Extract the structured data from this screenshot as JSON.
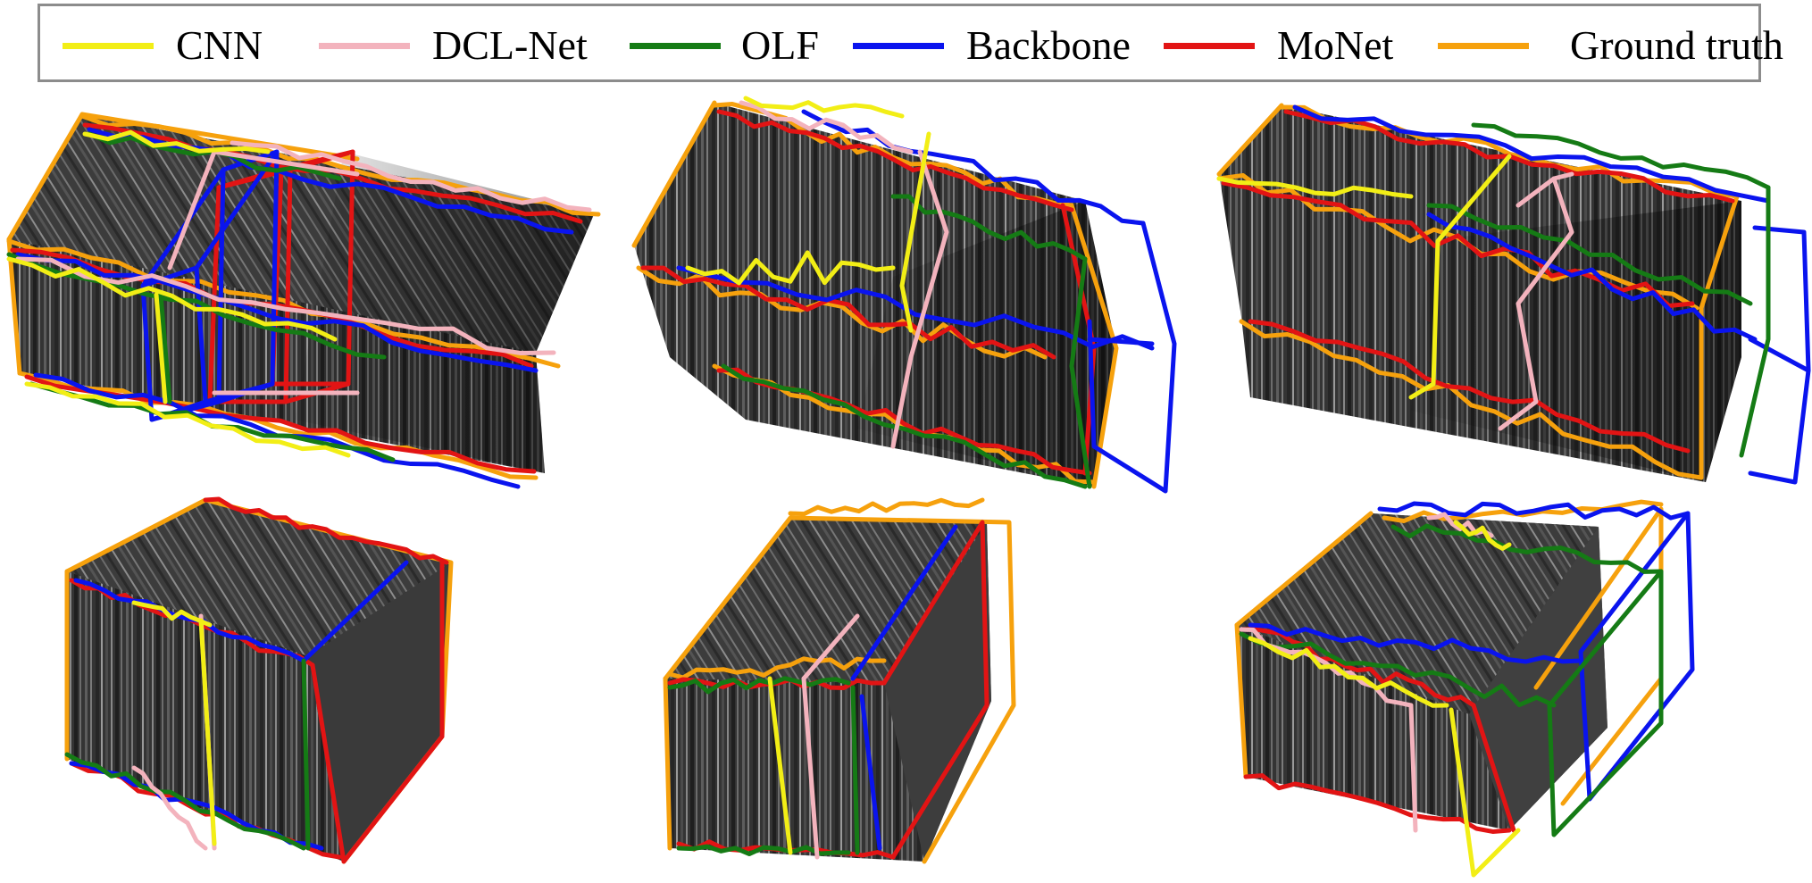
{
  "legend": [
    {
      "label": "CNN",
      "color": "#f2ee16"
    },
    {
      "label": "DCL-Net",
      "color": "#f3b3bd"
    },
    {
      "label": "OLF",
      "color": "#157b15"
    },
    {
      "label": "Backbone",
      "color": "#0a14ee"
    },
    {
      "label": "MoNet",
      "color": "#e21414"
    },
    {
      "label": "Ground truth",
      "color": "#f6a10d"
    }
  ],
  "colors": {
    "cnn": "#f2ee16",
    "dclnet": "#f3b3bd",
    "olf": "#157b15",
    "backbone": "#0a14ee",
    "monet": "#e21414",
    "ground_truth": "#f6a10d",
    "volume_dark": "#2e2e2e",
    "volume_light": "#8a8a8a",
    "legend_border": "#8c8c8c"
  },
  "panels": [
    {
      "name": "reconstruction-top-left"
    },
    {
      "name": "reconstruction-top-middle"
    },
    {
      "name": "reconstruction-top-right"
    },
    {
      "name": "reconstruction-bottom-left"
    },
    {
      "name": "reconstruction-bottom-middle"
    },
    {
      "name": "reconstruction-bottom-right"
    }
  ]
}
